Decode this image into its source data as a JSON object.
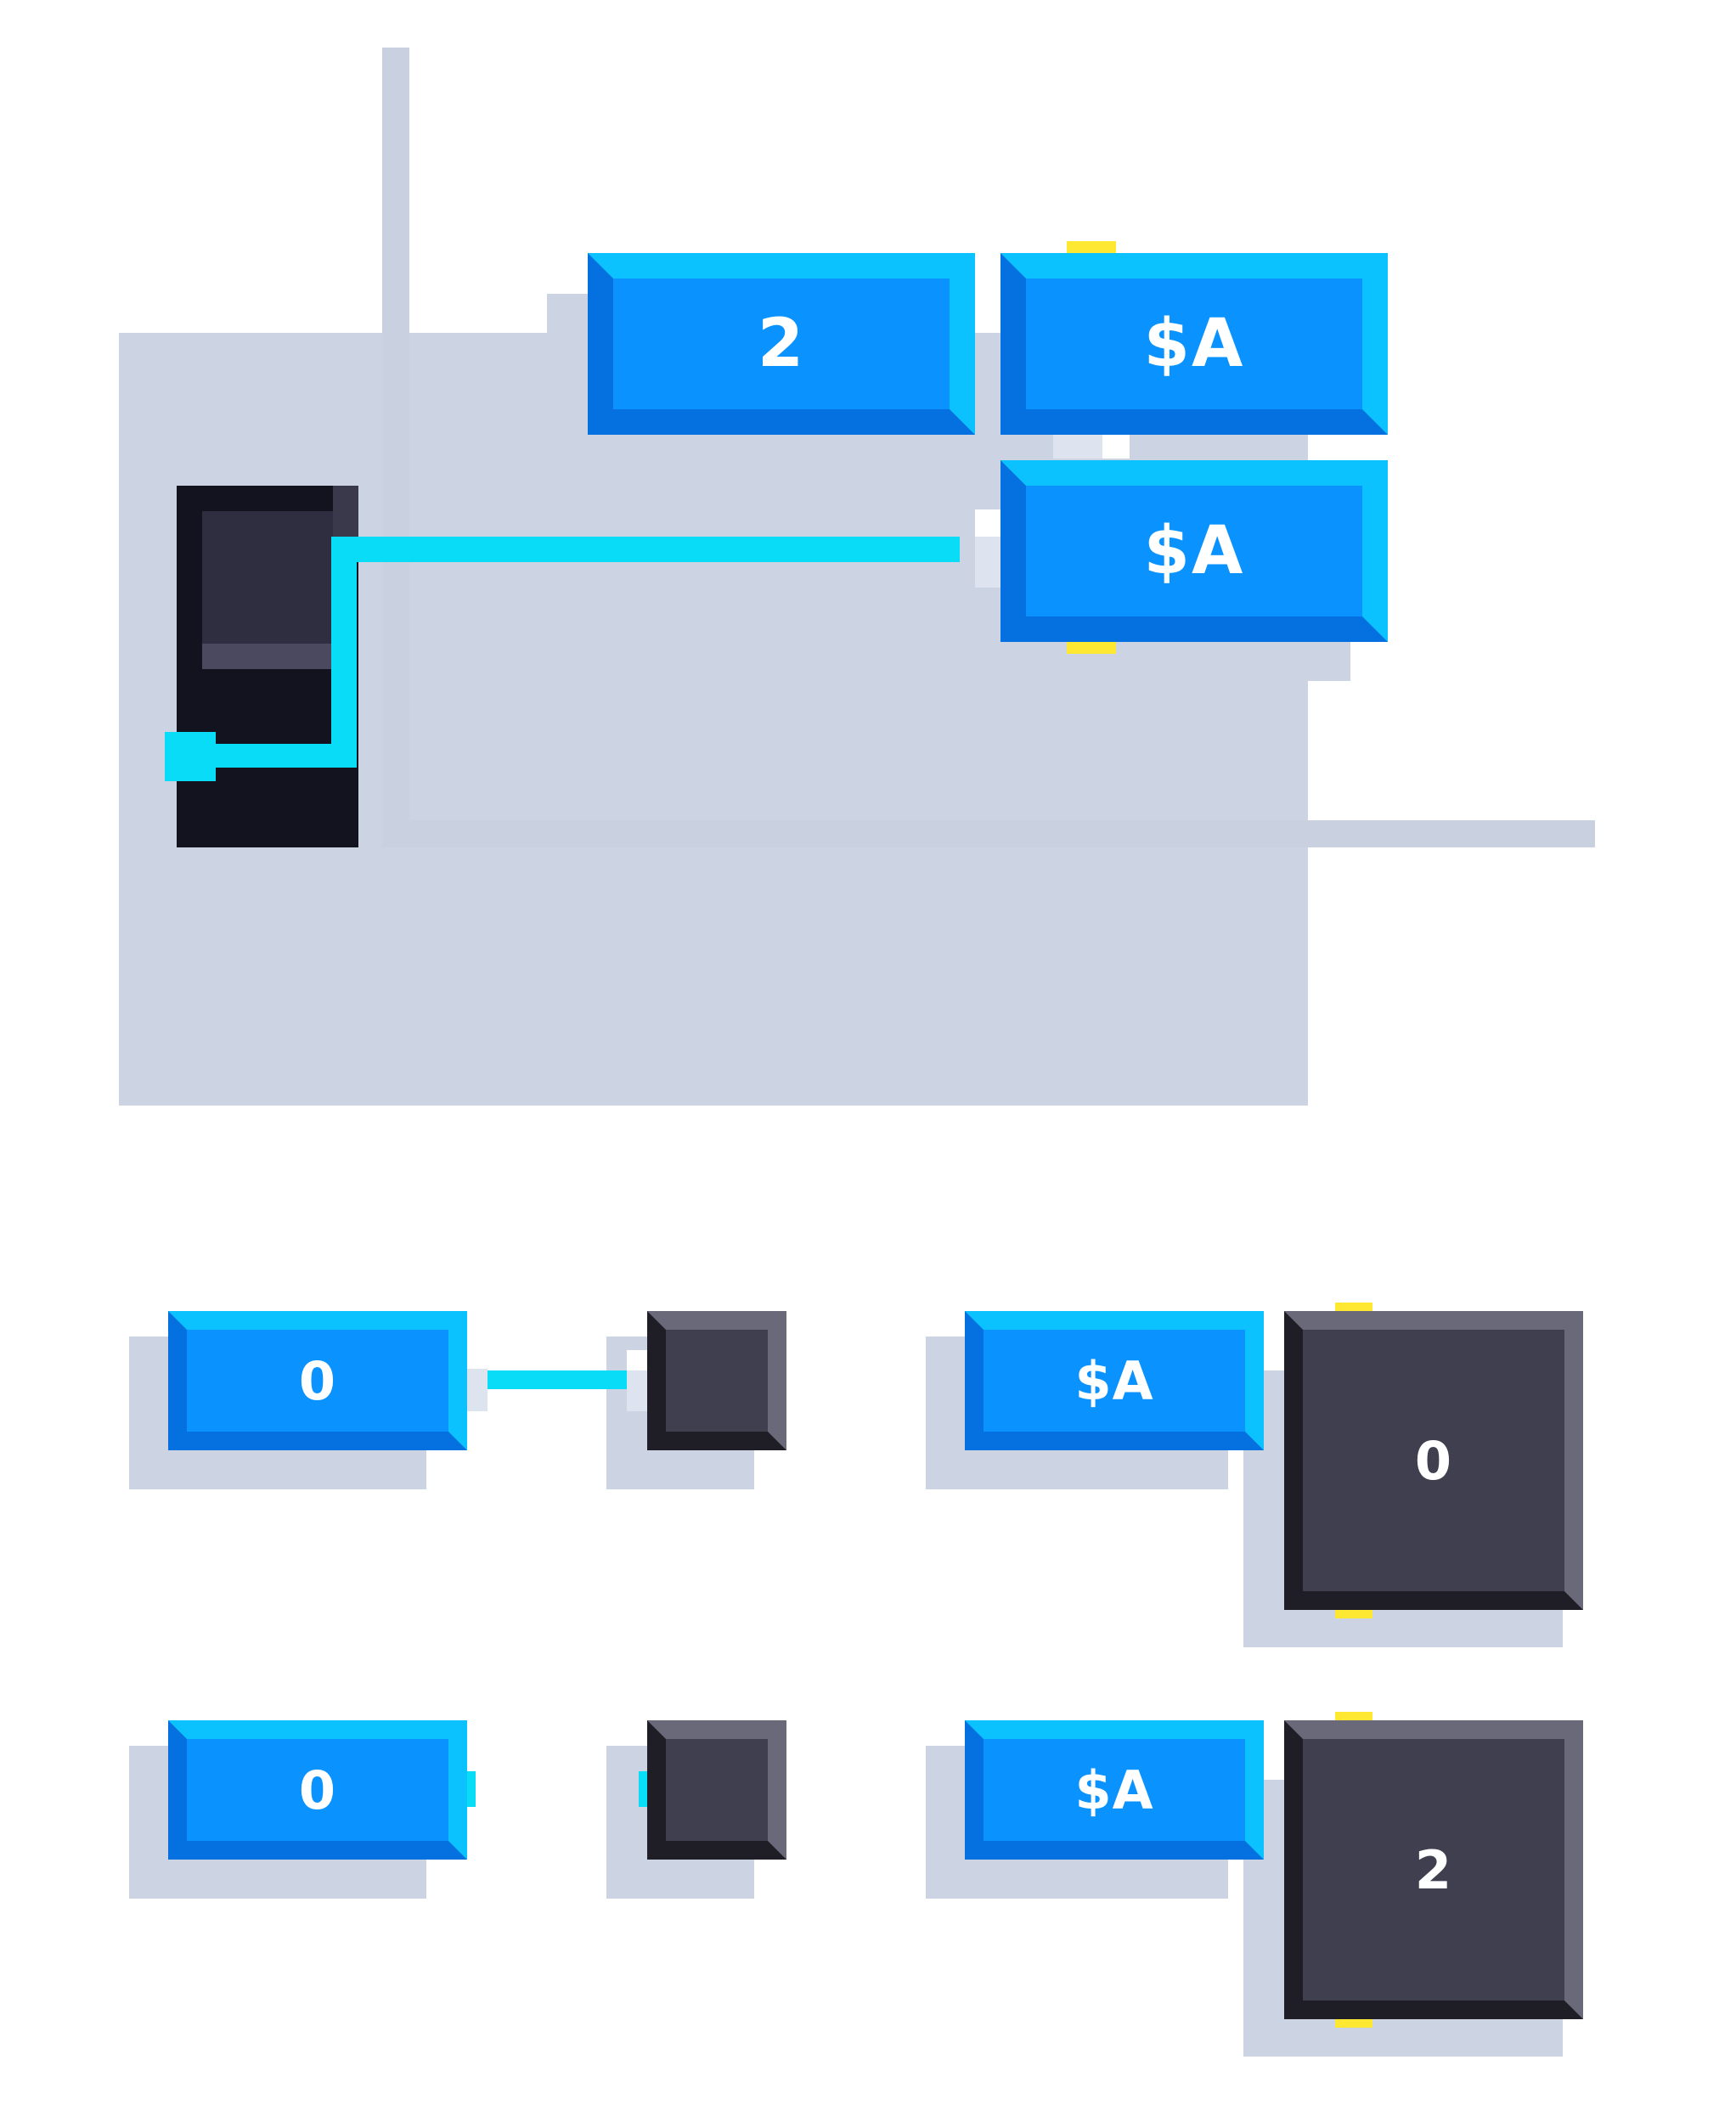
{
  "colors": {
    "block_blue": "#0a93ff",
    "block_dark": "#403f50",
    "wire": "#08dcf6",
    "port": "#ffe832",
    "shadow": "#ccd3e3",
    "background": "#ffffff"
  },
  "top_panel": {
    "value_block": "2",
    "register_block_upper": "$A",
    "register_block_lower": "$A"
  },
  "examples": [
    {
      "value_block": "0",
      "connected": true
    },
    {
      "register_block": "$A",
      "output_value": "0"
    },
    {
      "value_block": "0",
      "connected": false
    },
    {
      "register_block": "$A",
      "output_value": "2"
    }
  ]
}
